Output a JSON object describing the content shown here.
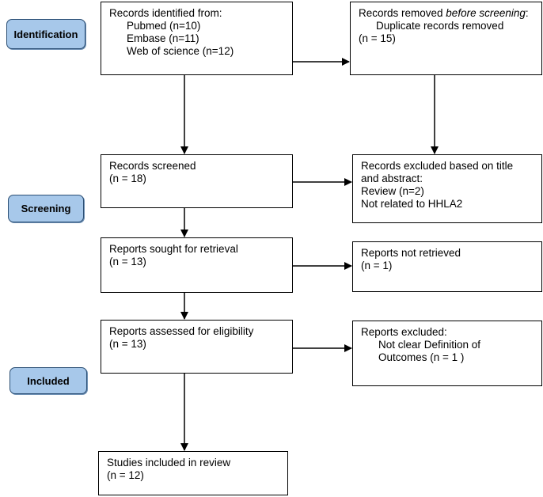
{
  "stages": {
    "identification": "Identification",
    "screening": "Screening",
    "included": "Included"
  },
  "boxes": {
    "records_identified": {
      "title": "Records identified from:",
      "items": [
        "Pubmed (n=10)",
        "Embase (n=11)",
        "Web of science (n=12)"
      ]
    },
    "records_removed": {
      "title_prefix": "Records removed ",
      "title_italic": "before screening",
      "title_suffix": ":",
      "detail": "Duplicate records removed",
      "count": "(n = 15)"
    },
    "records_screened": {
      "title": "Records screened",
      "count": "(n = 18)"
    },
    "records_excluded": {
      "title": "Records excluded based on title and abstract:",
      "reasons": [
        "Review (n=2)",
        "Not related to HHLA2"
      ]
    },
    "reports_sought": {
      "title": "Reports sought for retrieval",
      "count": "(n = 13)"
    },
    "reports_not_retrieved": {
      "title": "Reports not retrieved",
      "count": "(n = 1)"
    },
    "reports_assessed": {
      "title": "Reports assessed for eligibility",
      "count": "(n = 13)"
    },
    "reports_excluded": {
      "title": "Reports excluded:",
      "reasons": [
        "Not clear Definition of",
        "Outcomes (n = 1 )"
      ]
    },
    "studies_included": {
      "title": "Studies included in review",
      "count": "(n = 12)"
    }
  }
}
